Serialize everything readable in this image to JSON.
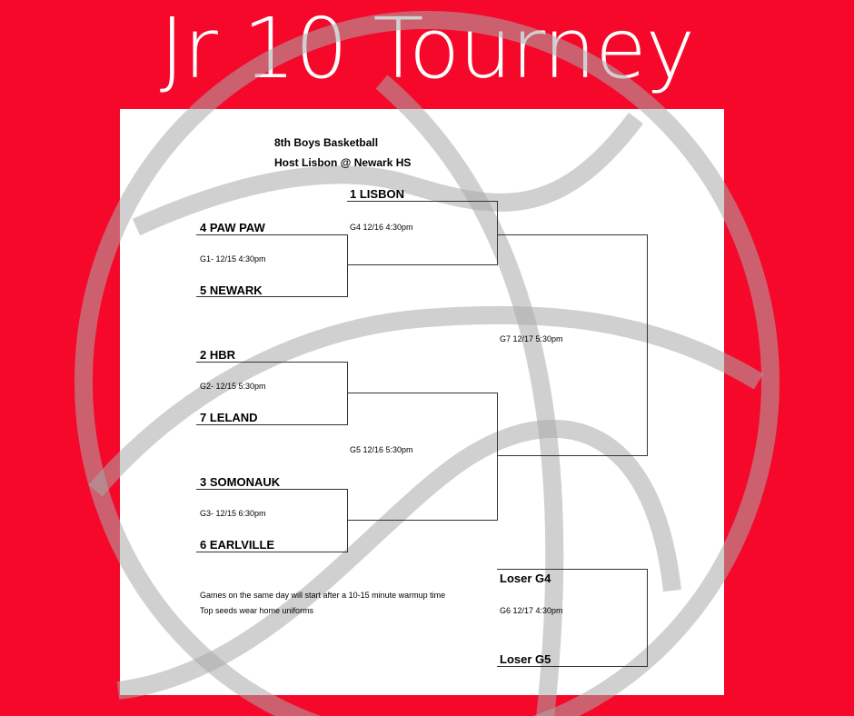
{
  "banner": {
    "title": "Jr 10 Tourney"
  },
  "header": {
    "line1": "8th Boys Basketball",
    "line2": "Host Lisbon @ Newark HS"
  },
  "teams": {
    "lisbon": "1  LISBON",
    "pawpaw": "4  PAW PAW",
    "newark": "5  NEWARK",
    "hbr": "2  HBR",
    "leland": "7  LELAND",
    "somonauk": "3  SOMONAUK",
    "earlville": "6  EARLVILLE",
    "loser_g4": "Loser G4",
    "loser_g5": "Loser G5"
  },
  "games": {
    "g1": "G1- 12/15 4:30pm",
    "g2": "G2- 12/15 5:30pm",
    "g3": "G3- 12/15 6:30pm",
    "g4": "G4 12/16 4:30pm",
    "g5": "G5 12/16 5:30pm",
    "g6": "G6 12/17 4:30pm",
    "g7": "G7 12/17 5:30pm"
  },
  "notes": {
    "warmup": "Games on the same day will start after a 10-15 minute warmup time",
    "uniforms": "Top seeds wear home uniforms"
  },
  "colors": {
    "background": "#f50829",
    "sheet": "#ffffff",
    "ball_lines": "#c8c8c8"
  }
}
